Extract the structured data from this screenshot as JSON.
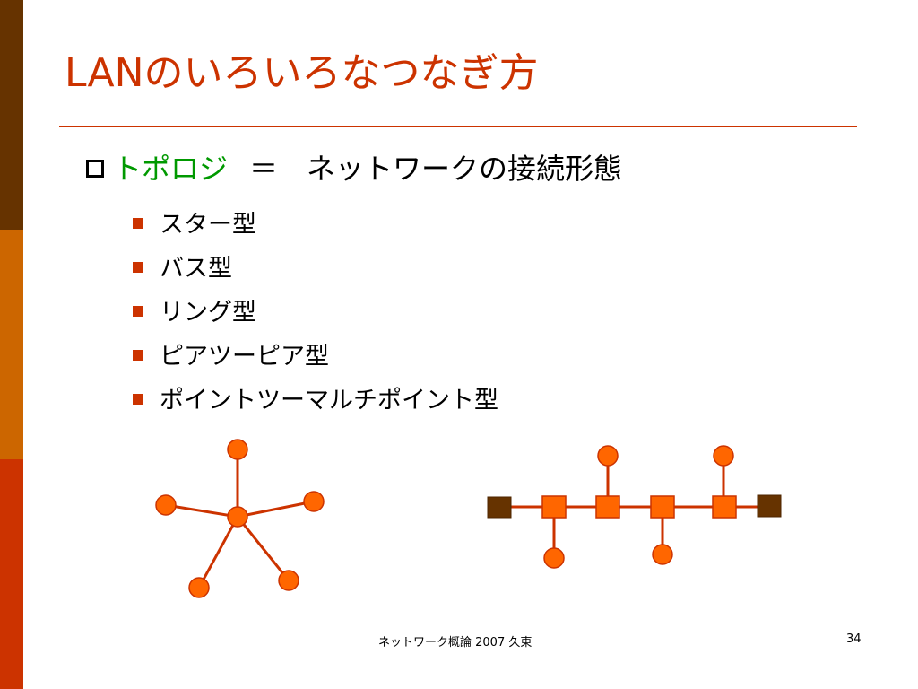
{
  "slide": {
    "title": "LANのいろいろなつなぎ方",
    "bullet": {
      "term": "トポロジ",
      "separator": "＝",
      "definition": "ネットワークの接続形態"
    },
    "sub_items": [
      "スター型",
      "バス型",
      "リング型",
      "ピアツーピア型",
      "ポイントツーマルチポイント型"
    ],
    "footer": {
      "text": "ネットワーク概論 2007 久東",
      "page_number": "34"
    }
  },
  "colors": {
    "title": "#cc3300",
    "term": "#009900",
    "node_fill": "#ff6600",
    "node_stroke": "#cc3300",
    "link": "#cc3300",
    "terminator": "#663300",
    "bar_top": "#663300",
    "bar_middle": "#cc6600",
    "bar_bottom": "#cc3300"
  }
}
